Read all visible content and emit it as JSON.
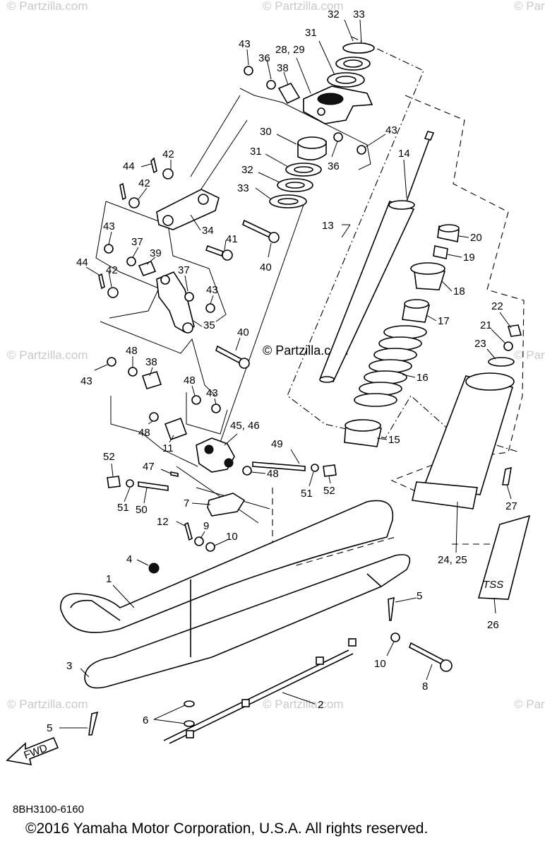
{
  "watermarks": {
    "corner": "© Partzilla.com",
    "center": "© Partzilla.com"
  },
  "callouts": [
    "1",
    "2",
    "3",
    "4",
    "5",
    "5",
    "6",
    "7",
    "8",
    "9",
    "10",
    "10",
    "11",
    "12",
    "13",
    "14",
    "15",
    "16",
    "17",
    "18",
    "19",
    "20",
    "21",
    "22",
    "23",
    "24, 25",
    "26",
    "27",
    "28, 29",
    "30",
    "31",
    "31",
    "32",
    "32",
    "33",
    "33",
    "34",
    "35",
    "36",
    "36",
    "37",
    "37",
    "38",
    "38",
    "39",
    "40",
    "40",
    "41",
    "42",
    "42",
    "42",
    "43",
    "43",
    "43",
    "43",
    "43",
    "43",
    "44",
    "44",
    "45, 46",
    "47",
    "48",
    "48",
    "48",
    "48",
    "49",
    "50",
    "51",
    "51",
    "52",
    "52"
  ],
  "fwd_label": "FWD",
  "decal_text": "TSS",
  "footer": {
    "reference_code": "8BH3100-6160",
    "copyright": "©2016  Yamaha Motor Corporation, U.S.A. All rights reserved."
  }
}
